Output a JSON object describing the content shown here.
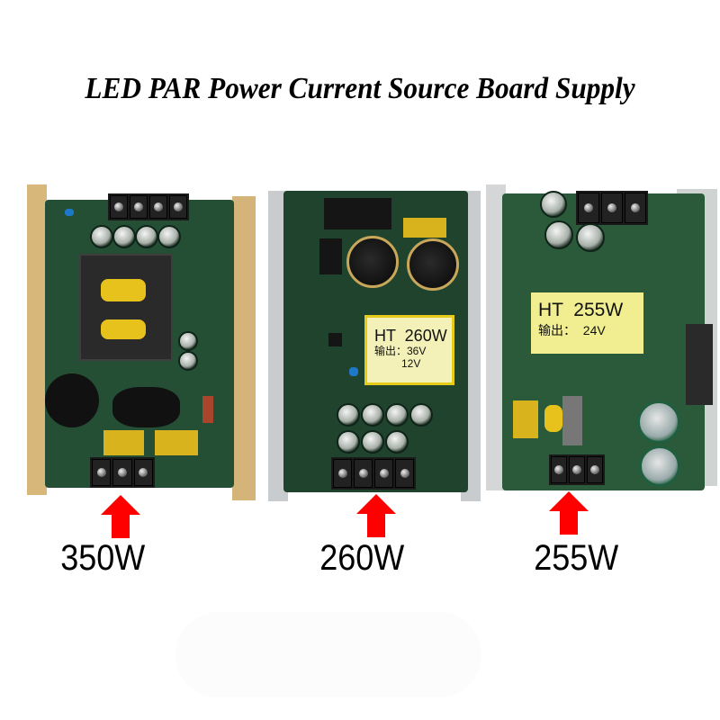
{
  "title": "LED PAR Power Current Source Board Supply",
  "boards": [
    {
      "name": "350W board",
      "wattage_label": "350W",
      "rail_color": "#d8b77a"
    },
    {
      "name": "260W board",
      "wattage_label": "260W",
      "rail_color": "#c8ccce",
      "sticker": {
        "line1": "HT  260W",
        "line2": "输出：36V",
        "line3": "         12V"
      }
    },
    {
      "name": "255W board",
      "wattage_label": "255W",
      "rail_color": "#d4d6d8",
      "sticker": {
        "line1": "HT  255W",
        "line2": "输出：  24V"
      }
    }
  ],
  "colors": {
    "pcb": "#1f4a30",
    "arrow": "#ff0000",
    "sticker": "#f3f0b8"
  }
}
